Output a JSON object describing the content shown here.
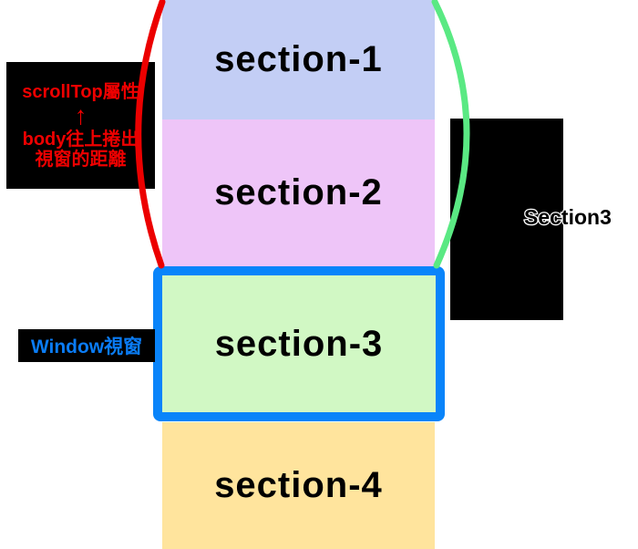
{
  "diagram": {
    "sections": [
      {
        "label": "section-1",
        "color": "#c3cef5"
      },
      {
        "label": "section-2",
        "color": "#eec5f8"
      },
      {
        "label": "section-3",
        "color": "#d1f8c4"
      },
      {
        "label": "section-4",
        "color": "#ffe49d"
      }
    ],
    "annotations": {
      "scrolltop": {
        "title": "scrollTop屬性",
        "arrow": "↑",
        "desc_line1": "body往上捲出",
        "desc_line2": "視窗的距離",
        "text_color": "#ee0000"
      },
      "window": {
        "label": "Window視窗",
        "text_color": "#0a7cf5"
      },
      "section3_callout": {
        "label": "Section3",
        "fill_color": "#000000",
        "stroke_color": "#ffffff"
      }
    },
    "colors": {
      "window_border": "#0984fa",
      "red_bracket": "#ec0000",
      "green_bracket": "#5ae983",
      "annotation_bg": "#000000"
    }
  }
}
